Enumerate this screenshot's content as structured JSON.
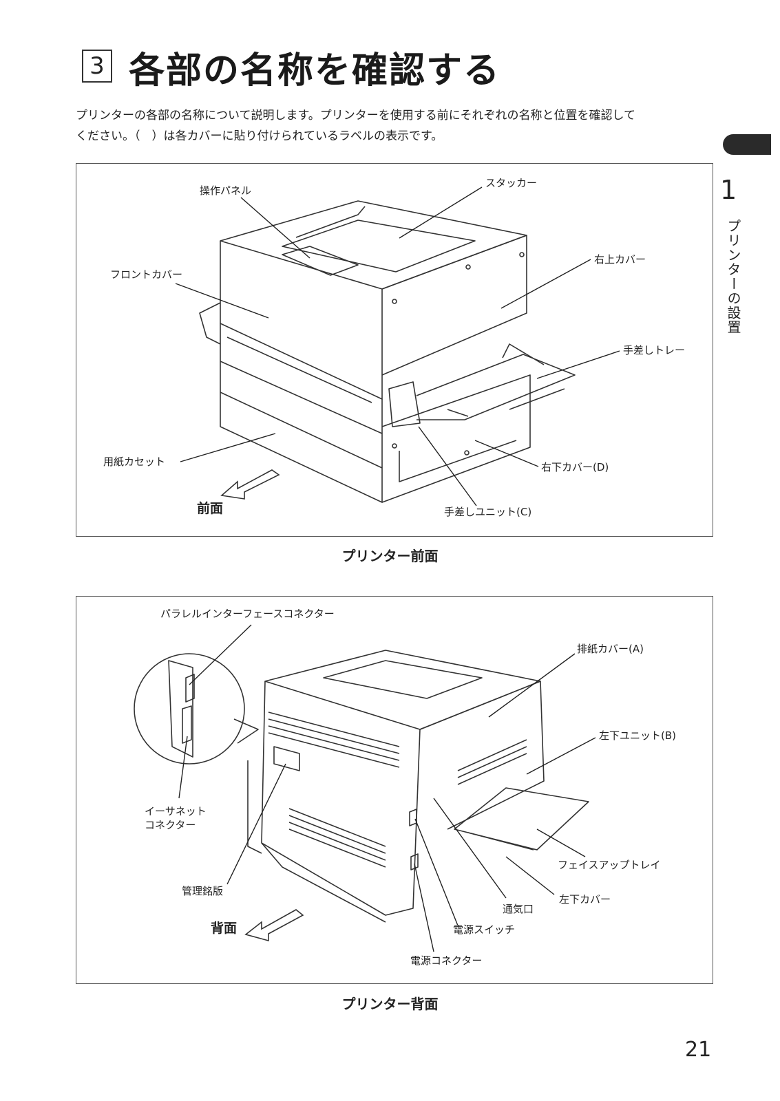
{
  "header": {
    "section_number": "3",
    "title": "各部の名称を確認する"
  },
  "intro": {
    "line1": "プリンターの各部の名称について説明します。プリンターを使用する前にそれぞれの名称と位置を確認して",
    "line2": "ください。（　）は各カバーに貼り付けられているラベルの表示です。"
  },
  "side": {
    "chapter_number": "1",
    "chapter_title": "プリンターの設置"
  },
  "front_figure": {
    "caption": "プリンター前面",
    "direction_label": "前面",
    "labels": {
      "operation_panel": "操作パネル",
      "stacker": "スタッカー",
      "front_cover": "フロントカバー",
      "right_upper_cover": "右上カバー",
      "manual_tray": "手差しトレー",
      "paper_cassette": "用紙カセット",
      "right_lower_cover": "右下カバー(D)",
      "manual_unit": "手差しユニット(C)"
    }
  },
  "rear_figure": {
    "caption": "プリンター背面",
    "direction_label": "背面",
    "labels": {
      "parallel_connector": "パラレルインターフェースコネクター",
      "output_cover": "排紙カバー(A)",
      "left_lower_unit": "左下ユニット(B)",
      "ethernet_line1": "イーサネット",
      "ethernet_line2": "コネクター",
      "face_up_tray": "フェイスアップトレイ",
      "rating_plate": "管理銘版",
      "left_lower_cover": "左下カバー",
      "vent": "通気口",
      "power_switch": "電源スイッチ",
      "power_connector": "電源コネクター"
    }
  },
  "page_number": "21"
}
